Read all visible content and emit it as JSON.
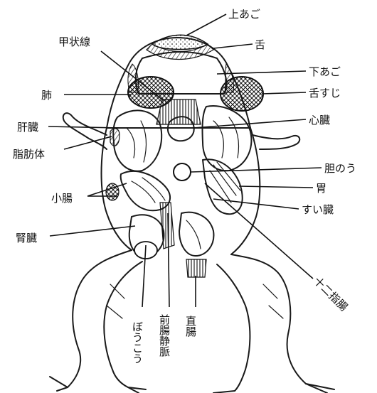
{
  "labels": {
    "upper_jaw": "上あご",
    "tongue": "舌",
    "thyroid": "甲状線",
    "lower_jaw": "下あご",
    "lung": "肺",
    "tongue_muscle": "舌すじ",
    "liver": "肝臓",
    "heart": "心臓",
    "fat_body": "脂肪体",
    "gallbladder": "胆のう",
    "stomach": "胃",
    "small_intestine": "小腸",
    "pancreas": "すい臓",
    "kidney": "腎臓",
    "duodenum": "十二指腸",
    "bladder": "ぼうこう",
    "anterior_vein": "前腸静脈",
    "rectum": "直腸"
  },
  "colors": {
    "ink": "#111111",
    "background": "#ffffff"
  }
}
